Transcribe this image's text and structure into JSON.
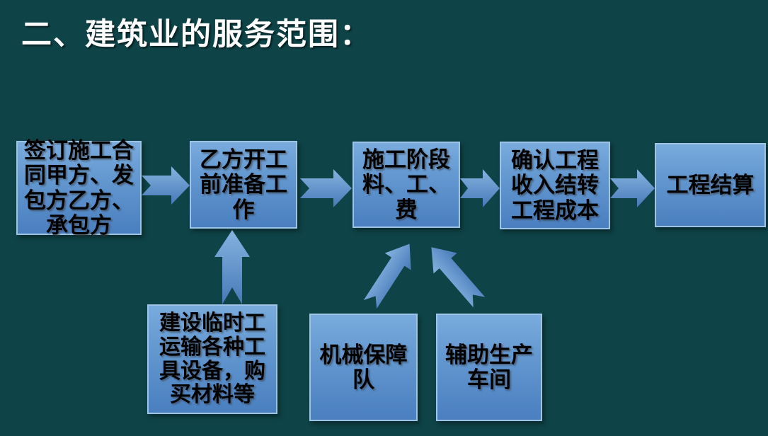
{
  "slide": {
    "title": "二、建筑业的服务范围：",
    "colors": {
      "background": "#0e4347",
      "title_color": "#ffffff",
      "box_border": "#9dc3e6",
      "box_fill_top": "#79abdd",
      "box_fill_bottom": "#4a7fc0",
      "arrow_fill_top": "#85b3e0",
      "arrow_fill_bottom": "#4779b8",
      "box_text_color": "#000000"
    }
  },
  "flow": {
    "main_steps": [
      {
        "label": "签订施工合同甲方、发包方乙方、承包方"
      },
      {
        "label": "乙方开工前准备工作"
      },
      {
        "label": "施工阶段料、工、费"
      },
      {
        "label": "确认工程收入结转工程成本"
      },
      {
        "label": "工程结算"
      }
    ],
    "support_nodes": [
      {
        "label": "建设临时工运输各种工具设备，购买材料等",
        "feeds_step": 2
      },
      {
        "label": "机械保障队",
        "feeds_step": 3
      },
      {
        "label": "辅助生产车间",
        "feeds_step": 3
      }
    ]
  }
}
